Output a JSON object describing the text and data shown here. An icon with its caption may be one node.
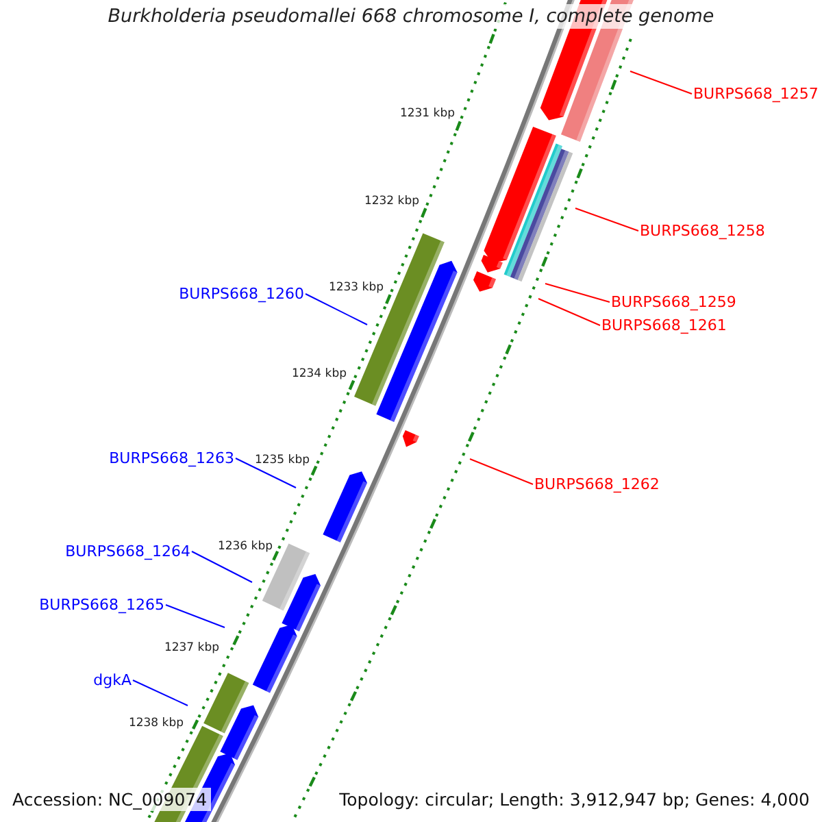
{
  "diagram": {
    "title": "Burkholderia pseudomallei 668 chromosome I, complete genome",
    "nodes": [
      {
        "text": [
          "BURPS668_1257"
        ]
      },
      {
        "text": [
          "BURPS668_1258"
        ]
      },
      {
        "text": [
          "BURPS668_1260"
        ]
      },
      {
        "text": [
          "BURPS668_1259"
        ]
      },
      {
        "text": [
          "BURPS668_1261"
        ]
      },
      {
        "text": [
          "BURPS668_1263"
        ]
      },
      {
        "text": [
          "BURPS668_1262"
        ]
      },
      {
        "text": [
          "BURPS668_1264"
        ]
      },
      {
        "text": [
          "BURPS668_1265"
        ]
      },
      {
        "text": [
          "dgkA"
        ]
      }
    ],
    "edges": [
      {
        "from": 0,
        "to": null,
        "arrow": "none",
        "color": "#ff0000"
      },
      {
        "from": 1,
        "to": null,
        "arrow": "none",
        "color": "#ff0000"
      },
      {
        "from": 2,
        "to": null,
        "arrow": "none",
        "color": "#0000ff"
      },
      {
        "from": 3,
        "to": null,
        "arrow": "none",
        "color": "#ff0000"
      },
      {
        "from": 4,
        "to": null,
        "arrow": "none",
        "color": "#ff0000"
      },
      {
        "from": 5,
        "to": null,
        "arrow": "none",
        "color": "#0000ff"
      },
      {
        "from": 6,
        "to": null,
        "arrow": "none",
        "color": "#ff0000"
      },
      {
        "from": 7,
        "to": null,
        "arrow": "none",
        "color": "#0000ff"
      },
      {
        "from": 8,
        "to": null,
        "arrow": "none",
        "color": "#0000ff"
      },
      {
        "from": 9,
        "to": null,
        "arrow": "none",
        "color": "#0000ff"
      }
    ],
    "labels": [
      "1231 kbp",
      "1232 kbp",
      "1233 kbp",
      "1234 kbp",
      "1235 kbp",
      "1236 kbp",
      "1237 kbp",
      "1238 kbp",
      "Accession: NC_009074",
      "Topology: circular; Length: 3,912,947 bp; Genes: 4,000"
    ]
  }
}
